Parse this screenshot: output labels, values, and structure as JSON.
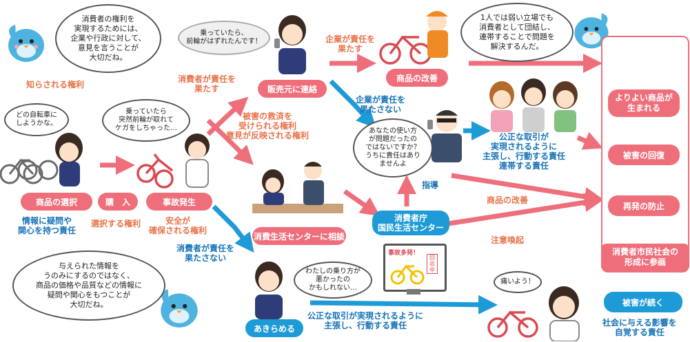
{
  "speech": {
    "top_left_bird": "消費者の権利を\n実現するためには、\n企業や行政に対して、\n意見を言うことが\n大切だね。",
    "top_right_bird": "1人では弱い立場でも\n消費者として団結し、\n連帯することで問題を\n解決するんだ。",
    "bottom_left_bird": "与えられた情報を\nうのみにするのではなく、\n商品の価格や品質などの情報に\n疑問や関心をもつことが\n大切だね。",
    "choose_bike": "どの自転車に\nしようかな。",
    "accident": "乗っていたら\n突然前輪が取れて\nケガをしちゃった…",
    "dealer": "乗っていたら、\n前輪がはずれたんです！",
    "company": "あなたの使い方\nが問題だったの\nではないですか？\nうちに責任はあり\nませんよ",
    "giveup": "わたしの乗り方が\n悪かったの\nかもしれない…",
    "hurt": "痛いよう！"
  },
  "labels": {
    "right_informed": "知らされる権利",
    "select_product": "商品の選択",
    "purchase": "購　入",
    "accident": "事故発生",
    "contact_dealer": "販売元に連絡",
    "improve_product": "商品の改善",
    "consult_center": "消費生活センターに相談",
    "agency": "消費者庁\n国民生活センター",
    "give_up": "あきらめる",
    "better_product": "よりよい商品が\n生まれる",
    "damage_recovery": "被害の回復",
    "prevent_recurrence": "再発の防止",
    "participation": "消費者市民社会の\n形成に参画",
    "damage_continues": "被害が続く"
  },
  "annotations": {
    "question_info": "情報に疑問や\n関心を持つ責任",
    "right_choose": "選択する権利",
    "right_safety": "安全が\n確保される権利",
    "consumer_responsible_top": "消費者が責任を\n果たす",
    "company_responsible": "企業が責任を\n果たす",
    "company_not_responsible": "企業が責任を\n果たさない",
    "relief_rights": "被害の救済を\n受けられる権利\n意見が反映される権利",
    "fair_trade_unite": "公正な取引が\n実現されるように\n主張し、行動する責任\n連帯する責任",
    "guidance": "指導",
    "product_improvement": "商品の改善",
    "alert": "注意喚起",
    "consumer_not_responsible": "消費者が責任を\n果たさない",
    "fair_trade_bottom": "公正な取引が実現されるように\n主張し、行動する責任",
    "social_impact": "社会に与える影響を\n自覚する責任"
  },
  "poster": {
    "headline": "事故多発！",
    "stamp": "回収中"
  },
  "colors": {
    "pink": "#ee6f7b",
    "blue": "#1e9bd7",
    "orange_text": "#e8734a",
    "blue_text": "#1673b8",
    "bird": "#4fb3e0"
  }
}
